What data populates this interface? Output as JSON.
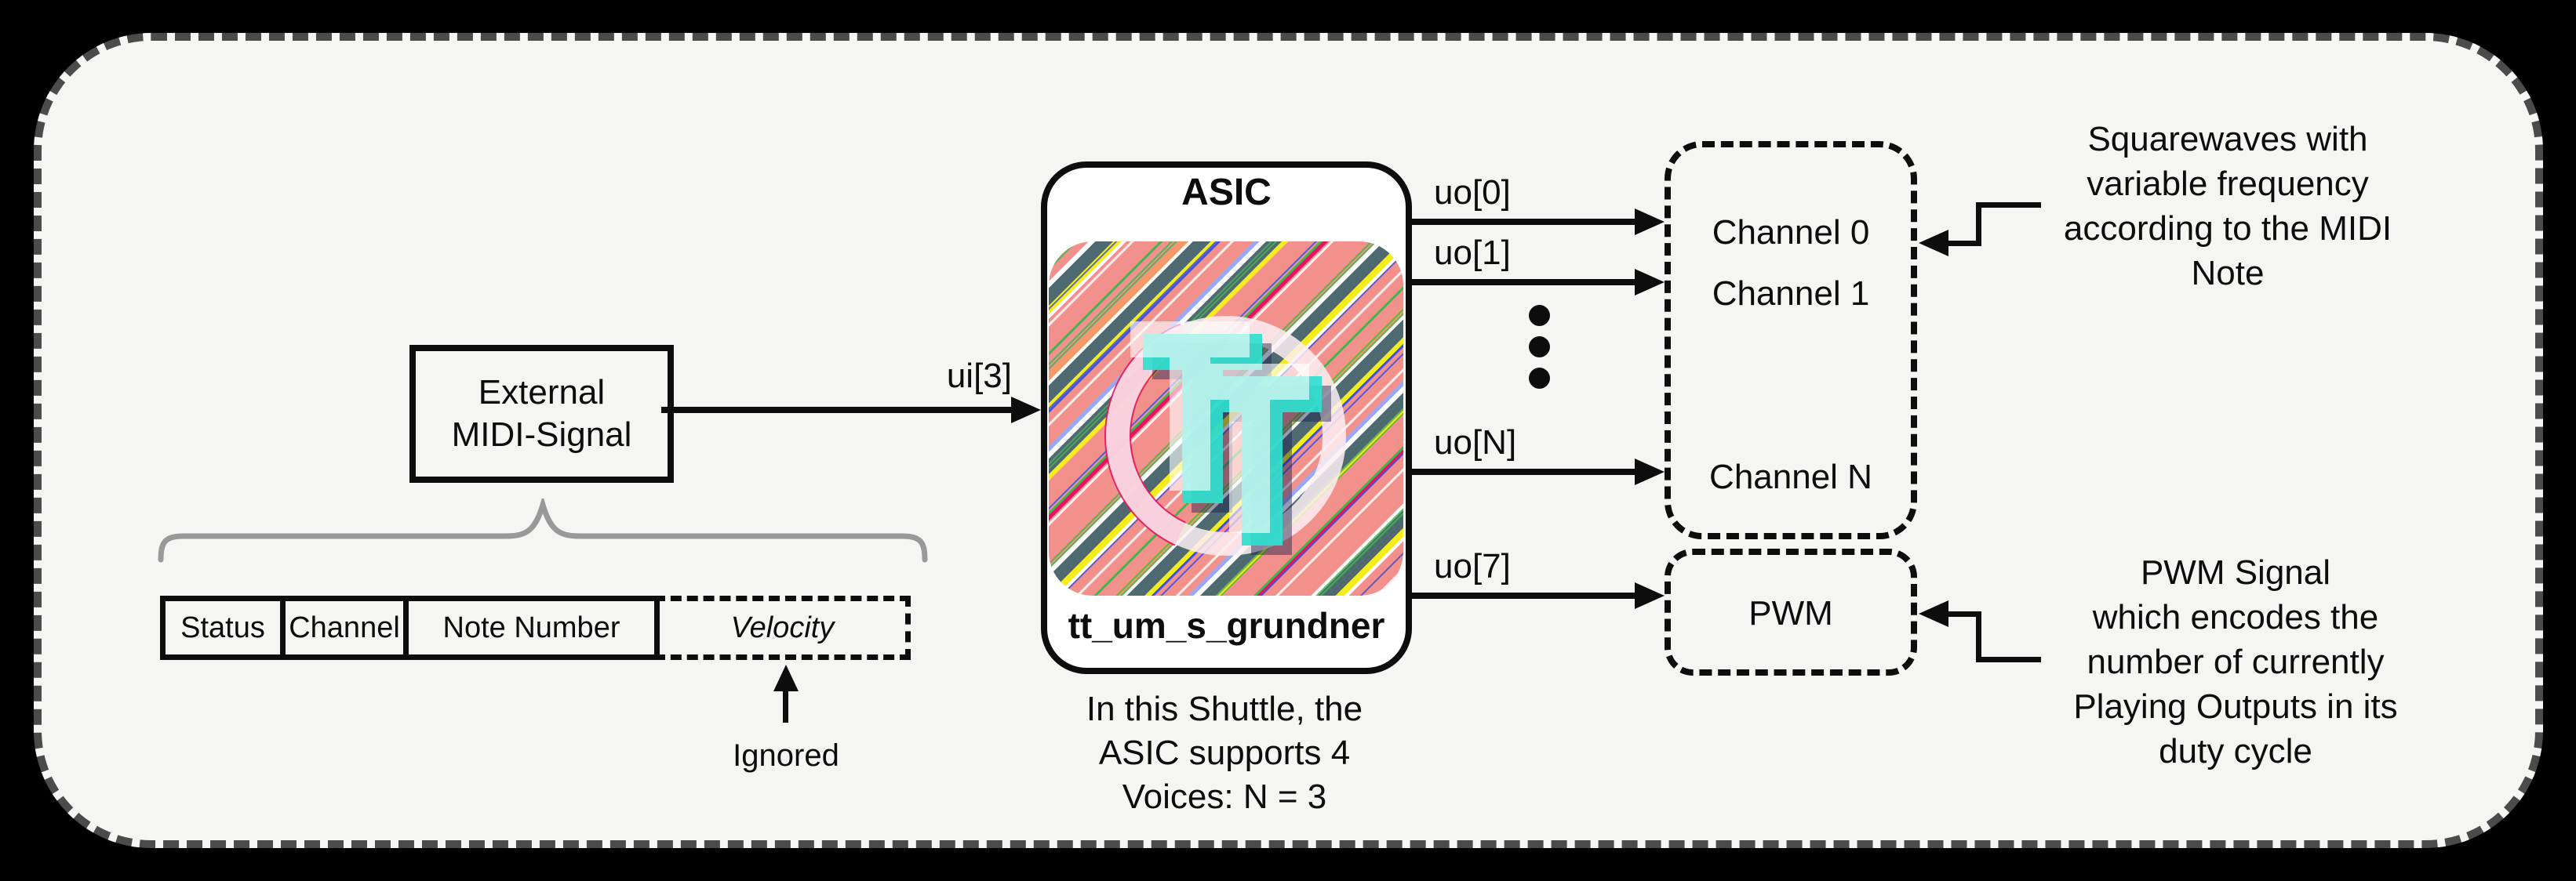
{
  "midi": {
    "label": "External\nMIDI-Signal"
  },
  "midi_fields": {
    "status": "Status",
    "channel": "Channel",
    "note_number": "Note Number",
    "velocity": "Velocity",
    "ignored": "Ignored"
  },
  "signals": {
    "input_label": "ui[3]",
    "output_labels": [
      "uo[0]",
      "uo[1]",
      "uo[N]",
      "uo[7]"
    ]
  },
  "asic": {
    "title": "ASIC",
    "module_name": "tt_um_s_grundner",
    "note": "In this Shuttle, the\nASIC supports 4\nVoices: N = 3",
    "chip_art": "tinytapeout-die-render-with-tt-logo"
  },
  "channels": {
    "items": [
      "Channel 0",
      "Channel 1",
      "Channel N"
    ]
  },
  "pwm": {
    "label": "PWM"
  },
  "annotations": {
    "squarewave": "Squarewaves with\nvariable frequency\naccording to the MIDI\nNote",
    "pwm": "PWM Signal\nwhich encodes the\nnumber of currently\nPlaying Outputs in its\nduty cycle"
  },
  "colors": {
    "background": "#000000",
    "panel_bg": "#f5f5f4",
    "panel_border": "#4b4b4b",
    "line": "#0d0d0d",
    "brace": "#999999",
    "asic_fill": "#ffffff",
    "chip_salmon": "#f2918c",
    "chip_slate": "#4e6a70",
    "chip_yellow": "#f5ec1e",
    "chip_orange": "#f59a67",
    "chip_green": "#44b54e",
    "chip_blue": "#3d52e0",
    "chip_crimson": "#e3175f",
    "chip_cyan": "#2fe0cf",
    "chip_navy": "#1b1f4e"
  }
}
